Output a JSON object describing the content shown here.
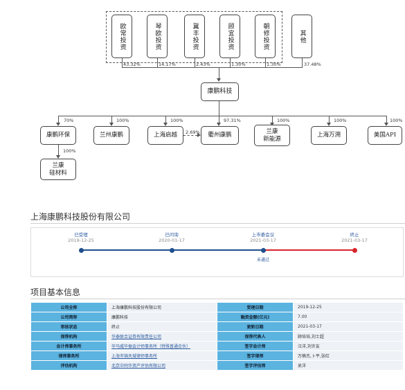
{
  "org": {
    "shareholders": [
      {
        "name": "欧常投资",
        "pct": "43.32%"
      },
      {
        "name": "琴欧投资",
        "pct": "14.17%"
      },
      {
        "name": "冀丰投资",
        "pct": "2.43%"
      },
      {
        "name": "顾宜投资",
        "pct": "1.30%"
      },
      {
        "name": "朝修投资",
        "pct": "1.30%"
      },
      {
        "name": "其他",
        "pct": "37.48%"
      }
    ],
    "parent": "康鹏科技",
    "subsidiaries": [
      {
        "name": "康鹏环保",
        "pct": "70%"
      },
      {
        "name": "兰州康鹏",
        "pct": "100%"
      },
      {
        "name": "上海启越",
        "pct": "100%"
      },
      {
        "name": "衢州康鹏",
        "pct": "97.31%"
      },
      {
        "name": "兰康\n新能源",
        "pct": "100%"
      },
      {
        "name": "上海万溯",
        "pct": "100%"
      },
      {
        "name": "美国API",
        "pct": "100%"
      }
    ],
    "cross_pct": "2.69%",
    "grandchild": {
      "name": "兰康\n硅材料",
      "pct": "100%"
    }
  },
  "company": {
    "name": "上海康鹏科技股份有限公司"
  },
  "timeline": {
    "stages": [
      {
        "label": "已受理",
        "date": "2019-12-25",
        "color": "#1f4f8f"
      },
      {
        "label": "已问询",
        "date": "2020-01-17",
        "color": "#1f4f8f"
      },
      {
        "label": "上市委会议",
        "date": "2021-03-17",
        "color": "#1f4f8f"
      },
      {
        "label": "终止",
        "date": "2021-03-17",
        "color": "#d9232a"
      }
    ],
    "note": "未通过"
  },
  "info": {
    "title": "项目基本信息",
    "rows": [
      {
        "k1": "公司全称",
        "v1": "上海康鹏科技股份有限公司",
        "k2": "受理日期",
        "v2": "2019-12-25"
      },
      {
        "k1": "公司简称",
        "v1": "康鹏科技",
        "k2": "融资金额(亿元)",
        "v2": "7.00"
      },
      {
        "k1": "审核状态",
        "v1": "终止",
        "k2": "更新日期",
        "v2": "2021-03-17"
      },
      {
        "k1": "保荐机构",
        "v1": "华泰联合证券有限责任公司",
        "k2": "保荐代表人",
        "v2": "顾培培,刘士超"
      },
      {
        "k1": "会计师事务所",
        "v1": "毕马威华振会计师事务所（特殊普通合伙）",
        "k2": "签字会计师",
        "v2": "汪洋,刘许友"
      },
      {
        "k1": "律师事务所",
        "v1": "上海市锦天城律师事务所",
        "k2": "签字律师",
        "v2": "万楠杰,卜平,张红"
      },
      {
        "k1": "评估机构",
        "v1": "北京中同华资产评估有限公司",
        "k2": "签字评估师",
        "v2": "吴洋"
      }
    ]
  }
}
